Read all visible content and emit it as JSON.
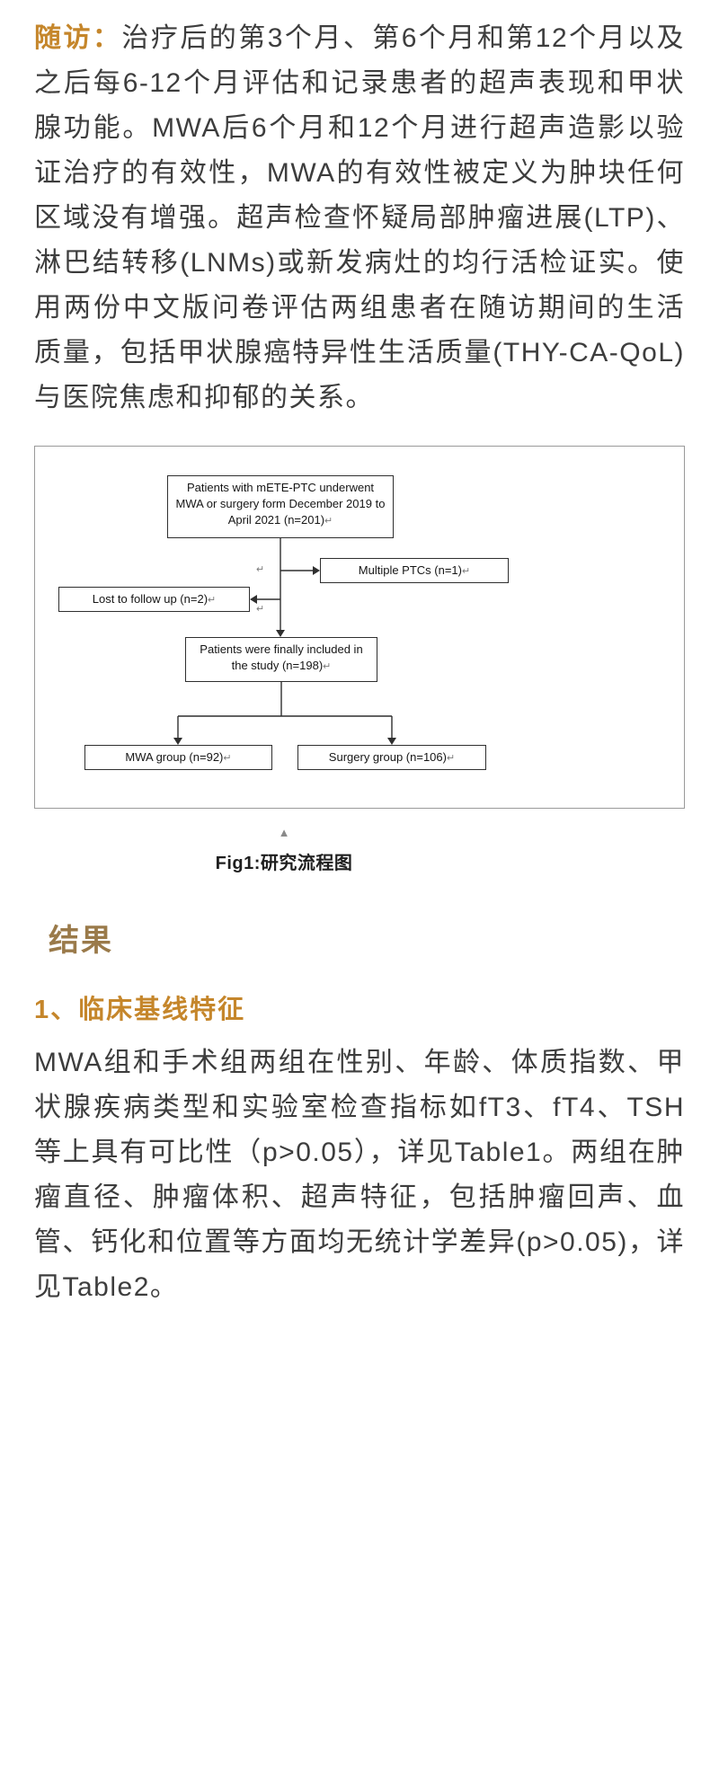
{
  "colors": {
    "accent": "#C5862B",
    "heading": "#9A7A4A",
    "body_text": "#3D3D3D"
  },
  "icons": {
    "collapse_triangle": "▲"
  },
  "article": {
    "followup_label": "随访：",
    "followup_text": "治疗后的第3个月、第6个月和第12个月以及之后每6-12个月评估和记录患者的超声表现和甲状腺功能。MWA后6个月和12个月进行超声造影以验证治疗的有效性，MWA的有效性被定义为肿块任何区域没有增强。超声检查怀疑局部肿瘤进展(LTP)、淋巴结转移(LNMs)或新发病灶的均行活检证实。使用两份中文版问卷评估两组患者在随访期间的生活质量，包括甲状腺癌特异性生活质量(THY-CA-QoL)与医院焦虑和抑郁的关系。",
    "figure_caption": "Fig1:研究流程图",
    "results_heading": "结果",
    "subheading1": "1、临床基线特征",
    "baseline_text": "MWA组和手术组两组在性别、年龄、体质指数、甲状腺疾病类型和实验室检查指标如fT3、fT4、TSH等上具有可比性（p>0.05），详见Table1。两组在肿瘤直径、肿瘤体积、超声特征，包括肿瘤回声、血管、钙化和位置等方面均无统计学差异(p>0.05)，详见Table2。"
  },
  "flowchart": {
    "top_box": "Patients with mETE-PTC underwent MWA or surgery form December 2019 to April 2021 (n=201)",
    "excluded_box": "Multiple PTCs (n=1)",
    "lost_box": "Lost to follow up (n=2)",
    "included_box": "Patients were finally included in the study (n=198)",
    "mwa_box": "MWA group (n=92)",
    "surgery_box": "Surgery group (n=106)",
    "return_mark": "↵"
  }
}
